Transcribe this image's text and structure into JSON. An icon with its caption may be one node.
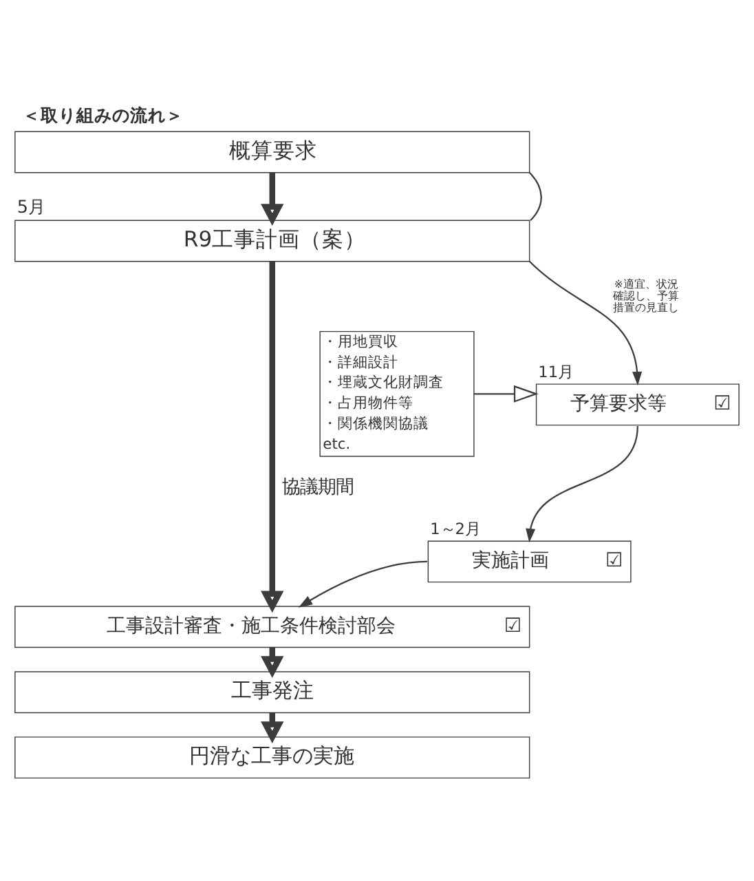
{
  "diagram": {
    "title": "＜取り組みの流れ＞",
    "nodes": [
      {
        "text": [
          "概算要求"
        ]
      },
      {
        "text": [
          "R9工事計画（案）"
        ],
        "beside": [
          "5月"
        ]
      },
      {
        "text": [
          "・用地買収",
          "・詳細設計",
          "・埋蔵文化財調査",
          "・占用物件等",
          "・関係機関協議",
          "etc."
        ]
      },
      {
        "text": [
          "予算要求等",
          "☑"
        ],
        "beside": [
          "11月"
        ]
      },
      {
        "text": [
          "実施計画",
          "☑"
        ],
        "beside": [
          "1～2月"
        ]
      },
      {
        "text": [
          "工事設計審査・施工条件検討部会",
          "☑"
        ]
      },
      {
        "text": [
          "工事発注"
        ]
      },
      {
        "text": [
          "円滑な工事の実施"
        ]
      }
    ],
    "edges": [
      {
        "from": 0,
        "to": 1,
        "arrow": "to",
        "style": "thick"
      },
      {
        "from": 0,
        "to": 1,
        "arrow": "none"
      },
      {
        "from": 1,
        "to": 3,
        "arrow": "to",
        "label": "※適宜、状況確認し、予算措置の見直し"
      },
      {
        "from": 1,
        "to": 5,
        "arrow": "to",
        "style": "thick",
        "label": "協議期間"
      },
      {
        "from": 2,
        "to": 3,
        "arrow": "to"
      },
      {
        "from": 3,
        "to": 4,
        "arrow": "to"
      },
      {
        "from": 4,
        "to": 5,
        "arrow": "to"
      },
      {
        "from": 5,
        "to": 6,
        "arrow": "to",
        "style": "thick"
      },
      {
        "from": 6,
        "to": 7,
        "arrow": "to",
        "style": "thick"
      }
    ]
  }
}
